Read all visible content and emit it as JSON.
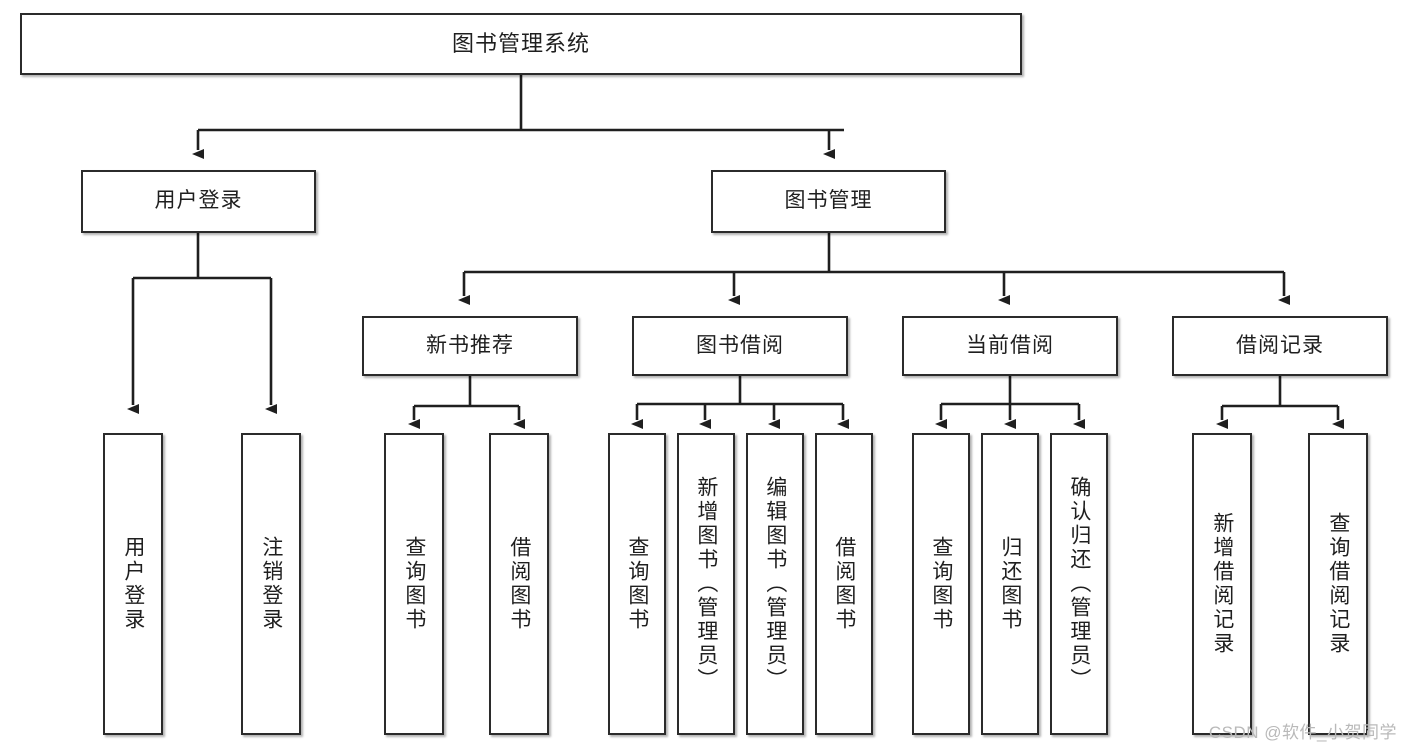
{
  "diagram": {
    "title": "图书管理系统",
    "type": "tree-hierarchy-chart",
    "watermark": "CSDN @软件_小贺同学",
    "colors": {
      "box_border": "#2b2b2b",
      "box_fill": "#ffffff",
      "edge": "#1f1f1f",
      "text": "#1f1f1f",
      "watermark": "#b9b9b9"
    }
  },
  "nodes": {
    "root": {
      "label": "图书管理系统"
    },
    "level2": [
      {
        "id": "user-login",
        "label": "用户登录"
      },
      {
        "id": "book-manage",
        "label": "图书管理"
      }
    ],
    "level3": [
      {
        "id": "new-book-recommend",
        "label": "新书推荐"
      },
      {
        "id": "book-borrow",
        "label": "图书借阅"
      },
      {
        "id": "current-borrow",
        "label": "当前借阅"
      },
      {
        "id": "borrow-record",
        "label": "借阅记录"
      }
    ],
    "leaves": [
      {
        "id": "leaf-user-login",
        "label": "用户登录"
      },
      {
        "id": "leaf-logout-login",
        "label": "注销登录"
      },
      {
        "id": "leaf-query-book-1",
        "label": "查询图书"
      },
      {
        "id": "leaf-borrow-book-1",
        "label": "借阅图书"
      },
      {
        "id": "leaf-query-book-2",
        "label": "查询图书"
      },
      {
        "id": "leaf-add-book",
        "label": "新增图书（管理员）"
      },
      {
        "id": "leaf-edit-book",
        "label": "编辑图书（管理员）"
      },
      {
        "id": "leaf-borrow-book-2",
        "label": "借阅图书"
      },
      {
        "id": "leaf-query-book-3",
        "label": "查询图书"
      },
      {
        "id": "leaf-return-book",
        "label": "归还图书"
      },
      {
        "id": "leaf-confirm-return",
        "label": "确认归还（管理员）"
      },
      {
        "id": "leaf-add-record",
        "label": "新增借阅记录"
      },
      {
        "id": "leaf-query-record",
        "label": "查询借阅记录"
      }
    ]
  }
}
